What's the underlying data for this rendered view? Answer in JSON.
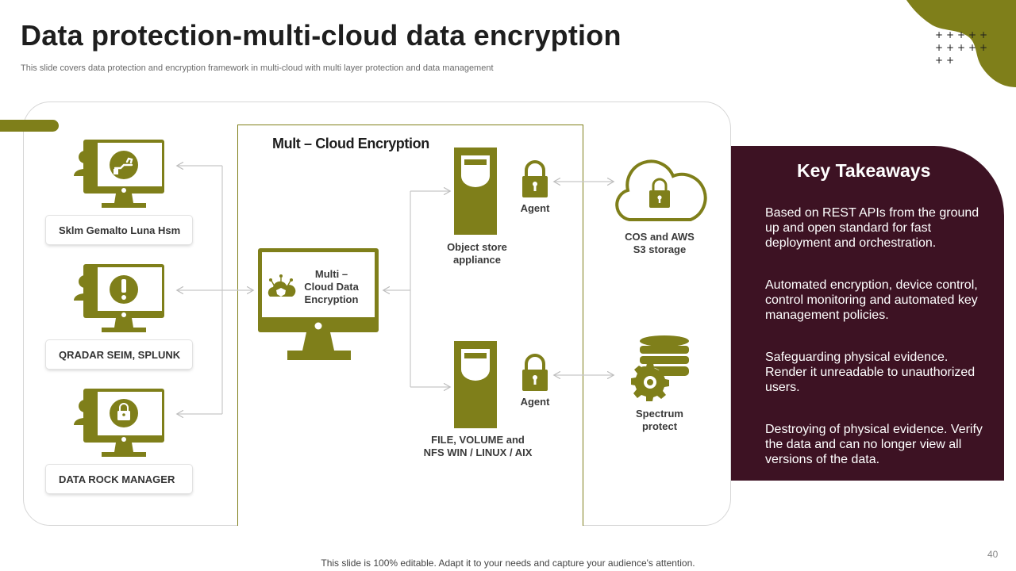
{
  "title": "Data protection-multi-cloud data encryption",
  "subtitle": "This slide covers data protection and encryption framework  in multi-cloud with multi layer protection and data management",
  "diagram": {
    "center_title": "Mult – Cloud Encryption",
    "clients": [
      {
        "label": "Sklm Gemalto Luna Hsm",
        "icon": "hand-key-icon"
      },
      {
        "label": "QRADAR  SEIM, SPLUNK",
        "icon": "exclamation-icon"
      },
      {
        "label": "DATA  ROCK MANAGER",
        "icon": "lock-icon"
      }
    ],
    "multi_cloud_label": "Multi – Cloud Data Encryption",
    "multi_cloud_lines": [
      "Multi –",
      "Cloud Data",
      "Encryption"
    ],
    "appliances": [
      {
        "lines": [
          "Object store",
          "appliance"
        ],
        "agent_label": "Agent"
      },
      {
        "lines": [
          "FILE, VOLUME  and",
          "NFS WIN / LINUX / AIX"
        ],
        "agent_label": "Agent"
      }
    ],
    "storage": [
      {
        "lines": [
          "COS and AWS",
          "S3 storage"
        ],
        "icon": "cloud-lock-icon"
      },
      {
        "lines": [
          "Spectrum",
          "protect"
        ],
        "icon": "database-gear-icon"
      }
    ]
  },
  "takeaways": {
    "title": "Key  Takeaways",
    "items": [
      "Based on REST APIs from the ground up and open standard for fast deployment  and orchestration.",
      "Automated encryption, device control, control monitoring and automated key management policies.",
      "Safeguarding physical evidence. Render it unreadable to unauthorized  users.",
      "Destroying of physical evidence. Verify the data and can no longer view all versions of the data."
    ]
  },
  "footer": "This slide is 100% editable. Adapt it to your needs and capture your audience's attention.",
  "page_number": "40",
  "colors": {
    "olive": "#7f7f1a",
    "maroon": "#3d1223",
    "connector": "#c8c8c8"
  }
}
